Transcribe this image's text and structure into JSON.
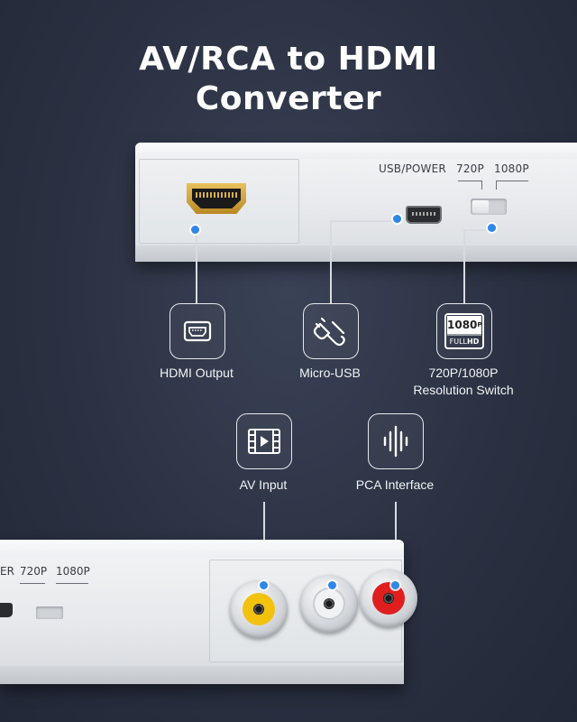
{
  "title": {
    "line1": "AV/RCA to HDMI",
    "line2": "Converter"
  },
  "device_top": {
    "label_usb_power": "USB/POWER",
    "label_720p": "720P",
    "label_1080p": "1080P"
  },
  "features_top": [
    {
      "icon": "hdmi-port-icon",
      "caption": "HDMI Output"
    },
    {
      "icon": "power-plug-icon",
      "caption": "Micro-USB"
    },
    {
      "icon": "1080p-full-hd-icon",
      "caption_line1": "720P/1080P",
      "caption_line2": "Resolution Switch",
      "badge_top": "1080",
      "badge_sub": "P",
      "badge_bottom_a": "FULL",
      "badge_bottom_b": "HD"
    }
  ],
  "features_bottom": [
    {
      "icon": "film-play-icon",
      "caption": "AV Input"
    },
    {
      "icon": "audio-wave-icon",
      "caption": "PCA Interface"
    }
  ],
  "device_bottom": {
    "label_partial": "ER",
    "label_720p": "720P",
    "label_1080p": "1080P",
    "rca_colors": [
      "#f2c20f",
      "#f1f2f4",
      "#e01e1e"
    ]
  },
  "colors": {
    "accent_dot": "#2f87e8",
    "background": "#2b3142"
  }
}
